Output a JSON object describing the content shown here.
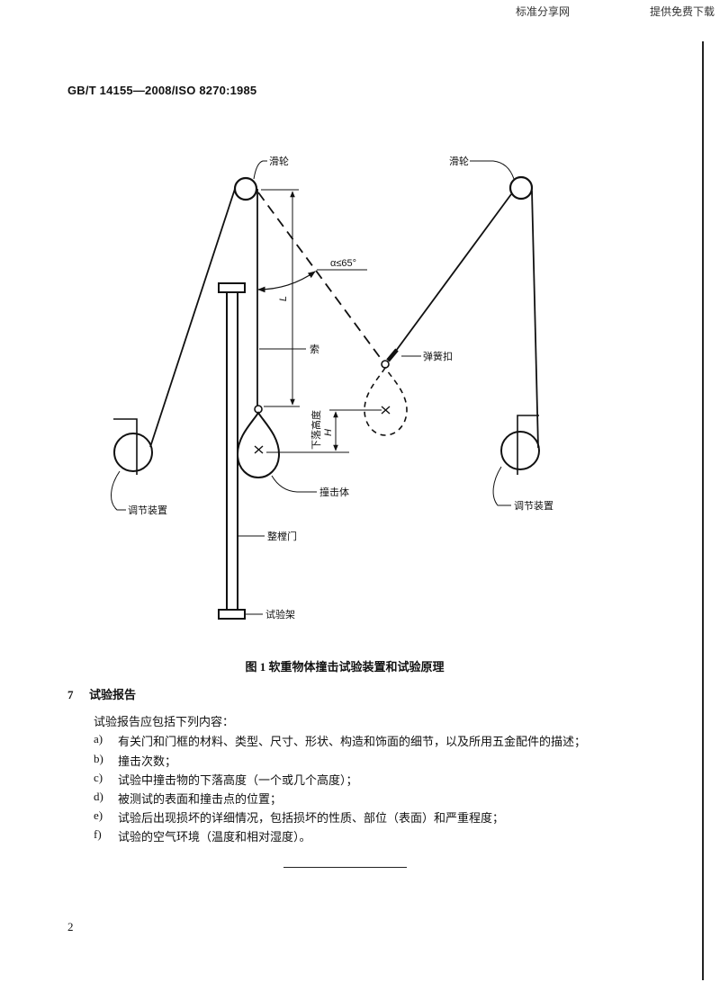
{
  "watermark": {
    "left": "标准分享网",
    "right": "提供免费下载"
  },
  "header": {
    "standard_code": "GB/T 14155—2008/ISO 8270:1985"
  },
  "figure": {
    "labels": {
      "pulley_left": "滑轮",
      "pulley_right": "滑轮",
      "angle": "α≤65°",
      "length": "L",
      "rope": "索",
      "spring_clip": "弹簧扣",
      "drop_height": "下落高度",
      "height": "H",
      "impactor": "撞击体",
      "adjuster_left": "调节装置",
      "adjuster_right": "调节装置",
      "door": "整樘门",
      "test_frame": "试验架"
    },
    "caption": "图 1  软重物体撞击试验装置和试验原理"
  },
  "section": {
    "number": "7",
    "title": "试验报告",
    "intro": "试验报告应包括下列内容：",
    "items": [
      {
        "marker": "a)",
        "text": "有关门和门框的材料、类型、尺寸、形状、构造和饰面的细节，以及所用五金配件的描述；"
      },
      {
        "marker": "b)",
        "text": "撞击次数；"
      },
      {
        "marker": "c)",
        "text": "试验中撞击物的下落高度（一个或几个高度）；"
      },
      {
        "marker": "d)",
        "text": "被测试的表面和撞击点的位置；"
      },
      {
        "marker": "e)",
        "text": "试验后出现损坏的详细情况，包括损坏的性质、部位（表面）和严重程度；"
      },
      {
        "marker": "f)",
        "text": "试验的空气环境（温度和相对湿度）。"
      }
    ]
  },
  "page_number": "2"
}
